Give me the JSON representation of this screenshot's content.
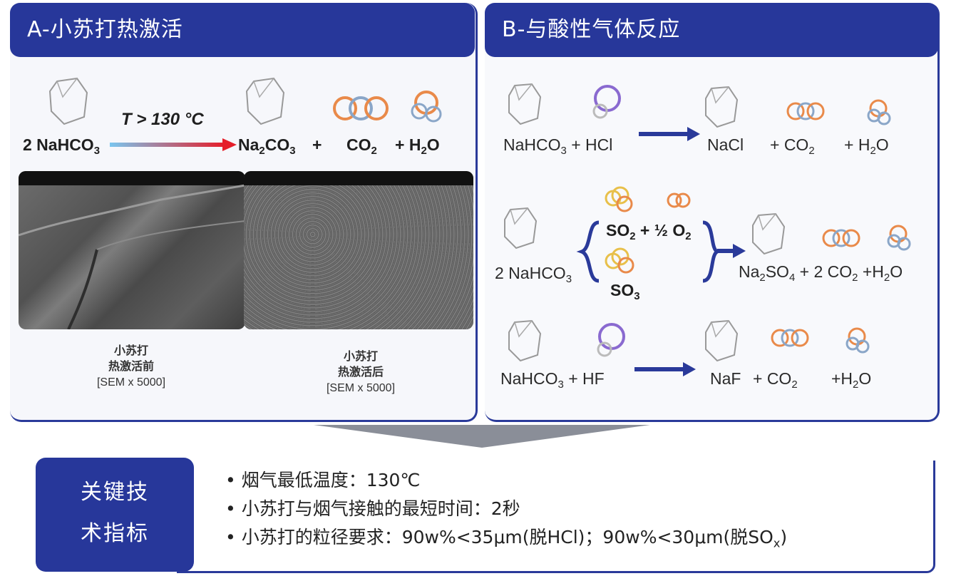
{
  "panel_a": {
    "title": "A-小苏打热激活",
    "condition": "T > 130 °C",
    "equation": {
      "reactant": "2 NaHCO",
      "reactant_sub": "3",
      "product1": "Na",
      "product1_sub1": "2",
      "product1_mid": "CO",
      "product1_sub2": "3",
      "plus": "+",
      "product2": "CO",
      "product2_sub": "2",
      "product3_prefix": "+ H",
      "product3_sub": "2",
      "product3_suffix": "O"
    },
    "sem_before": {
      "line1": "小苏打",
      "line2": "热激活前",
      "line3": "[SEM x 5000]"
    },
    "sem_after": {
      "line1": "小苏打",
      "line2": "热激活后",
      "line3": "[SEM x 5000]"
    }
  },
  "panel_b": {
    "title": "B-与酸性气体反应",
    "r1": {
      "left": "NaHCO",
      "left_sub": "3",
      "left_tail": " + HCl",
      "p1": "NaCl",
      "p2": "+ CO",
      "p2_sub": "2",
      "p3": "+ H",
      "p3_sub": "2",
      "p3_tail": "O"
    },
    "r2": {
      "left": "2 NaHCO",
      "left_sub": "3",
      "a": "SO",
      "a_sub": "2",
      "a_tail": " + ½ O",
      "a_sub2": "2",
      "b": "SO",
      "b_sub": "3",
      "p1": "Na",
      "p1_sub": "2",
      "p1_mid": "SO",
      "p1_sub2": "4",
      "p2": " + 2 CO",
      "p2_sub": "2",
      "p3": " +H",
      "p3_sub": "2",
      "p3_tail": "O"
    },
    "r3": {
      "left": "NaHCO",
      "left_sub": "3",
      "left_tail": " + HF",
      "p1": "NaF",
      "p2": "+  CO",
      "p2_sub": "2",
      "p3": "+H",
      "p3_sub": "2",
      "p3_tail": "O"
    }
  },
  "indicators": {
    "label_line1": "关键技",
    "label_line2": "术指标",
    "items": [
      "• 烟气最低温度：130℃",
      "• 小苏打与烟气接触的最短时间：2秒",
      "• 小苏打的粒径要求：90w%<35μm(脱HCl)；90w%<30μm(脱SO"
    ],
    "item3_sub": "x",
    "item3_tail": ")"
  },
  "colors": {
    "header_blue": "#27379a",
    "arrow_blue": "#2a3a9a",
    "orange": "#e98a4a",
    "steel": "#8aa6c8",
    "purple": "#8a6ad0",
    "yellow": "#e8c04a"
  }
}
